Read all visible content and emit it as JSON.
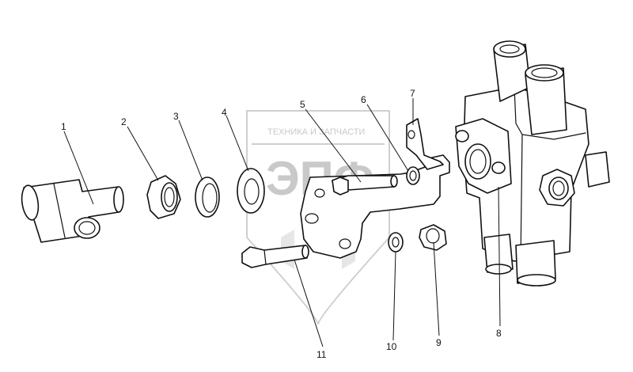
{
  "watermark": {
    "top_line": "ТЕХНИКА И ЗАПЧАСТИ",
    "logo": "ЭПФ"
  },
  "callouts": [
    "1",
    "2",
    "3",
    "4",
    "5",
    "6",
    "7",
    "8",
    "9",
    "10",
    "11"
  ]
}
